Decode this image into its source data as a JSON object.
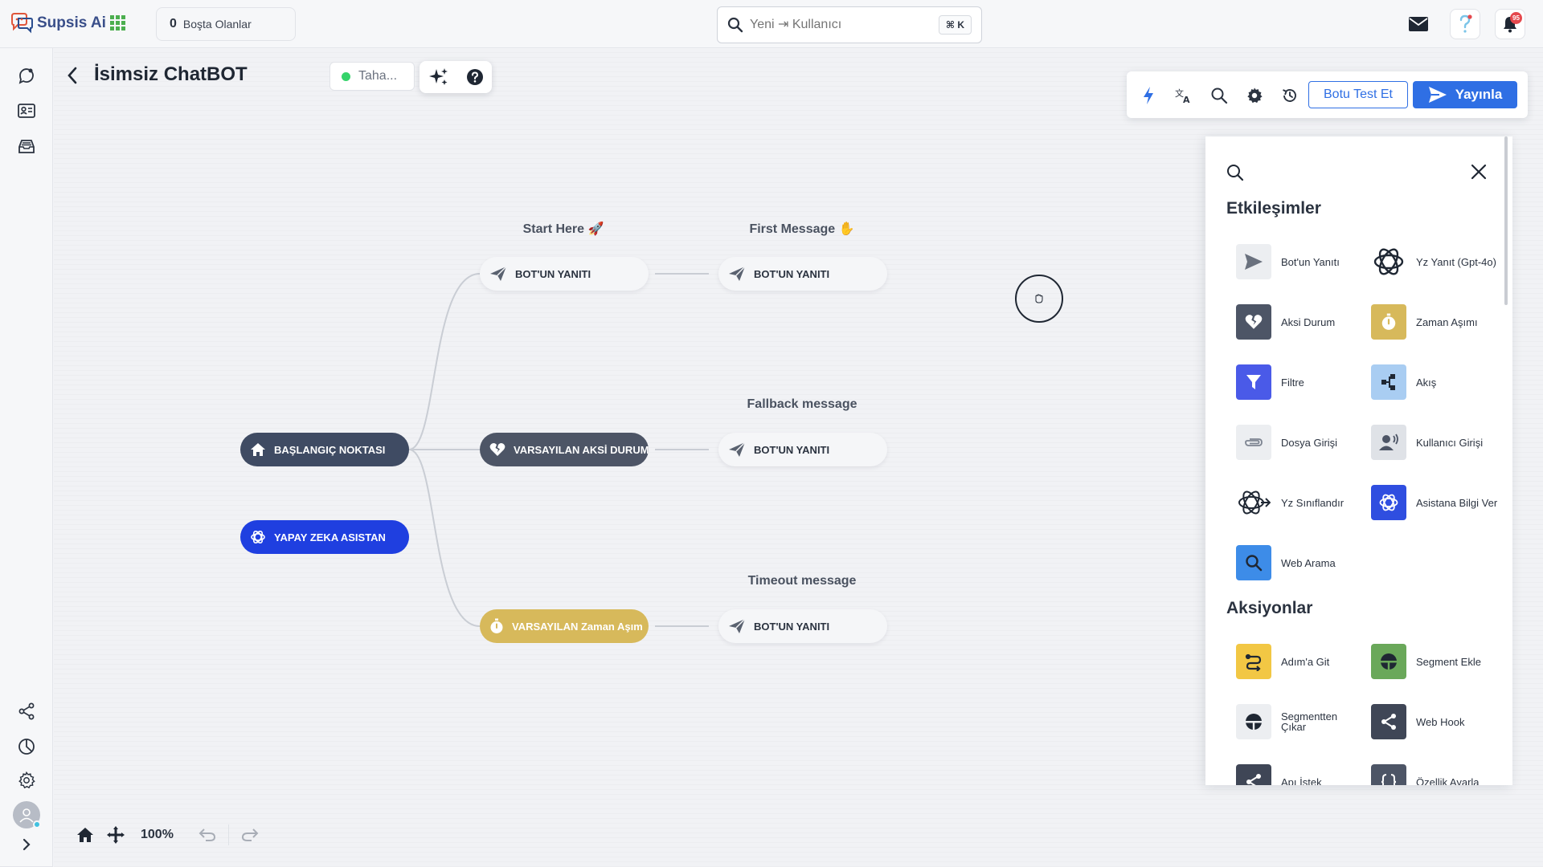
{
  "header": {
    "brand": "Supsis Ai",
    "idle": {
      "count": "0",
      "label": "Boşta Olanlar"
    },
    "search": {
      "placeholder": "Yeni ⇥ Kullanıcı",
      "shortcut": "⌘ K"
    },
    "notifications_count": "95"
  },
  "editor": {
    "title": "İsimsiz ChatBOT",
    "status_label": "Taha...",
    "zoom": "100%",
    "test_button": "Botu Test Et",
    "publish_button": "Yayınla"
  },
  "flow": {
    "labels": {
      "start_here": "Start Here 🚀",
      "first_message": "First Message ✋",
      "fallback": "Fallback message",
      "timeout": "Timeout message"
    },
    "nodes": {
      "start": "BAŞLANGIÇ NOKTASI",
      "ai_assistant": "YAPAY ZEKA ASISTAN",
      "bot_reply_1": "BOT'UN YANITI",
      "bot_reply_2": "BOT'UN YANITI",
      "fallback_node": "VARSAYILAN AKSİ DURUM",
      "fallback_reply": "BOT'UN YANITI",
      "timeout_node": "VARSAYILAN Zaman Aşım",
      "timeout_reply": "BOT'UN YANITI"
    }
  },
  "panel": {
    "interactions_title": "Etkileşimler",
    "actions_title": "Aksiyonlar",
    "interactions": [
      {
        "label": "Bot'un Yanıtı",
        "icon": "send-icon",
        "color": "#eceef1"
      },
      {
        "label": "Yz Yanıt (Gpt-4o)",
        "icon": "openai-icon",
        "color": "#ffffff"
      },
      {
        "label": "Aksi Durum",
        "icon": "broken-heart-icon",
        "color": "#4d5566"
      },
      {
        "label": "Zaman Aşımı",
        "icon": "stopwatch-icon",
        "color": "#d7b95b"
      },
      {
        "label": "Filtre",
        "icon": "filter-icon",
        "color": "#4a5ae8"
      },
      {
        "label": "Akış",
        "icon": "flow-icon",
        "color": "#a9cdf2"
      },
      {
        "label": "Dosya Girişi",
        "icon": "paperclip-icon",
        "color": "#eceef1"
      },
      {
        "label": "Kullanıcı Girişi",
        "icon": "user-voice-icon",
        "color": "#dfe2e7"
      },
      {
        "label": "Yz Sınıflandır",
        "icon": "ai-classify-icon",
        "color": "#ffffff"
      },
      {
        "label": "Asistana Bilgi Ver",
        "icon": "openai-icon",
        "color": "#2f4ee0"
      },
      {
        "label": "Web Arama",
        "icon": "search-icon",
        "color": "#3d8ce8"
      }
    ],
    "actions": [
      {
        "label": "Adım'a Git",
        "icon": "goto-step-icon",
        "color": "#f2c744"
      },
      {
        "label": "Segment Ekle",
        "icon": "segment-add-icon",
        "color": "#6aa85a"
      },
      {
        "label": "Segmentten Çıkar",
        "icon": "segment-remove-icon",
        "color": "#eceef1"
      },
      {
        "label": "Web Hook",
        "icon": "share-icon",
        "color": "#3f4656"
      },
      {
        "label": "Apı İstek",
        "icon": "share-icon",
        "color": "#3f4656"
      },
      {
        "label": "Özellik Ayarla",
        "icon": "braces-icon",
        "color": "#4d5566"
      }
    ]
  }
}
